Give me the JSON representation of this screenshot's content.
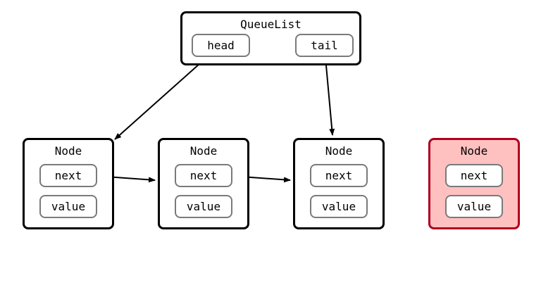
{
  "queue": {
    "title": "QueueList",
    "head_label": "head",
    "tail_label": "tail"
  },
  "nodes": [
    {
      "title": "Node",
      "next_label": "next",
      "value_label": "value"
    },
    {
      "title": "Node",
      "next_label": "next",
      "value_label": "value"
    },
    {
      "title": "Node",
      "next_label": "next",
      "value_label": "value"
    },
    {
      "title": "Node",
      "next_label": "next",
      "value_label": "value"
    }
  ],
  "colors": {
    "highlight_fill": "#ffc0c0",
    "highlight_border": "#b00020",
    "field_border": "#7a7a7a"
  }
}
